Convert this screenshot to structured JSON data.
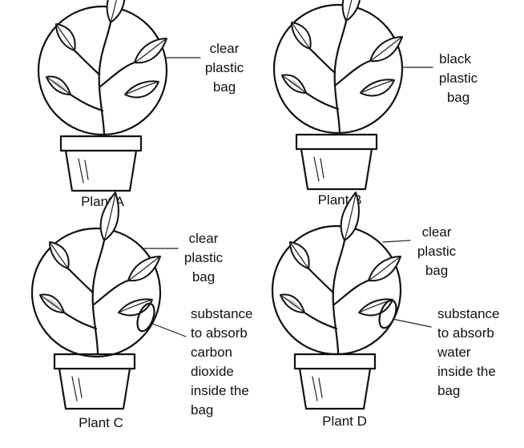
{
  "plants": {
    "a": {
      "caption": "Plant A",
      "bag_label": [
        "clear",
        "plastic",
        "bag"
      ]
    },
    "b": {
      "caption": "Plant B",
      "bag_label": [
        "black",
        "plastic",
        "bag"
      ]
    },
    "c": {
      "caption": "Plant C",
      "bag_label": [
        "clear",
        "plastic",
        "bag"
      ],
      "substance_label": [
        "substance",
        "to absorb",
        "carbon",
        "dioxide",
        "inside the",
        "bag"
      ]
    },
    "d": {
      "caption": "Plant D",
      "bag_label": [
        "clear",
        "plastic",
        "bag"
      ],
      "substance_label": [
        "substance",
        "to absorb",
        "water",
        "inside the",
        "bag"
      ]
    }
  }
}
